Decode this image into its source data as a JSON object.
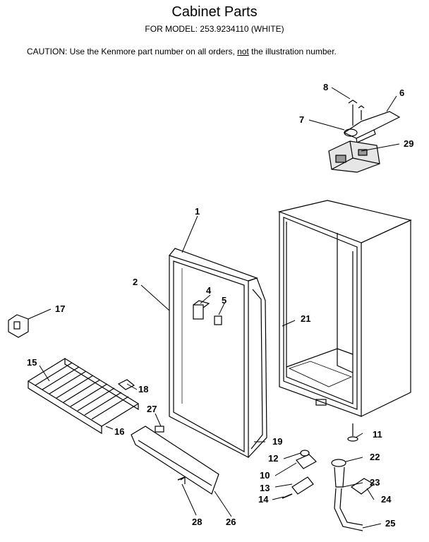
{
  "header": {
    "title": "Cabinet Parts",
    "model_line": "FOR MODEL: 253.9234110 (WHITE)"
  },
  "caution": {
    "prefix": "CAUTION:  Use the Kenmore part number on all orders, ",
    "emphasis": "not",
    "suffix": " the illustration number."
  },
  "callouts": [
    "1",
    "2",
    "4",
    "5",
    "6",
    "7",
    "8",
    "10",
    "11",
    "12",
    "13",
    "14",
    "15",
    "16",
    "17",
    "18",
    "19",
    "21",
    "22",
    "23",
    "24",
    "25",
    "26",
    "27",
    "28",
    "29"
  ]
}
